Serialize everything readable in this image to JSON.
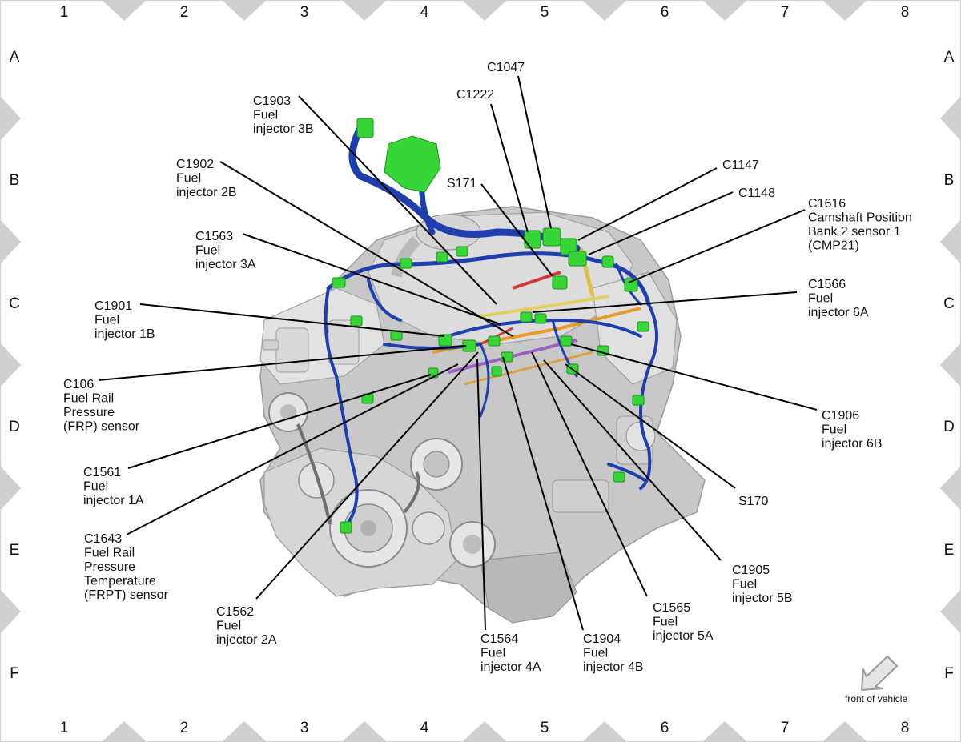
{
  "grid": {
    "columns": [
      "1",
      "2",
      "3",
      "4",
      "5",
      "6",
      "7",
      "8"
    ],
    "rows": [
      "A",
      "B",
      "C",
      "D",
      "E",
      "F"
    ]
  },
  "orientation": {
    "label": "front of vehicle",
    "icon": "arrow-down-left-icon"
  },
  "colors": {
    "harness": "#1f3fae",
    "connector": "#37d637",
    "engine": "#c8c8c8",
    "border_triangle": "#cfcfcf"
  },
  "callouts": [
    {
      "id": "c1047",
      "lines": [
        "C1047"
      ]
    },
    {
      "id": "c1222",
      "lines": [
        "C1222"
      ]
    },
    {
      "id": "c1903",
      "lines": [
        "C1903",
        "Fuel",
        "injector 3B"
      ]
    },
    {
      "id": "c1902",
      "lines": [
        "C1902",
        "Fuel",
        "injector 2B"
      ]
    },
    {
      "id": "s171",
      "lines": [
        "S171"
      ]
    },
    {
      "id": "c1147",
      "lines": [
        "C1147"
      ]
    },
    {
      "id": "c1148",
      "lines": [
        "C1148"
      ]
    },
    {
      "id": "c1616",
      "lines": [
        "C1616",
        "Camshaft Position",
        "Bank 2 sensor 1",
        "(CMP21)"
      ]
    },
    {
      "id": "c1563",
      "lines": [
        "C1563",
        "Fuel",
        "injector 3A"
      ]
    },
    {
      "id": "c1566",
      "lines": [
        "C1566",
        "Fuel",
        "injector 6A"
      ]
    },
    {
      "id": "c1901",
      "lines": [
        "C1901",
        "Fuel",
        "injector 1B"
      ]
    },
    {
      "id": "c106",
      "lines": [
        "C106",
        "Fuel Rail",
        "Pressure",
        "(FRP) sensor"
      ]
    },
    {
      "id": "c1906",
      "lines": [
        "C1906",
        "Fuel",
        "injector 6B"
      ]
    },
    {
      "id": "c1561",
      "lines": [
        "C1561",
        "Fuel",
        "injector 1A"
      ]
    },
    {
      "id": "s170",
      "lines": [
        "S170"
      ]
    },
    {
      "id": "c1643",
      "lines": [
        "C1643",
        "Fuel Rail",
        "Pressure",
        "Temperature",
        "(FRPT) sensor"
      ]
    },
    {
      "id": "c1905",
      "lines": [
        "C1905",
        "Fuel",
        "injector 5B"
      ]
    },
    {
      "id": "c1562",
      "lines": [
        "C1562",
        "Fuel",
        "injector 2A"
      ]
    },
    {
      "id": "c1565",
      "lines": [
        "C1565",
        "Fuel",
        "injector 5A"
      ]
    },
    {
      "id": "c1564",
      "lines": [
        "C1564",
        "Fuel",
        "injector 4A"
      ]
    },
    {
      "id": "c1904",
      "lines": [
        "C1904",
        "Fuel",
        "injector 4B"
      ]
    }
  ]
}
